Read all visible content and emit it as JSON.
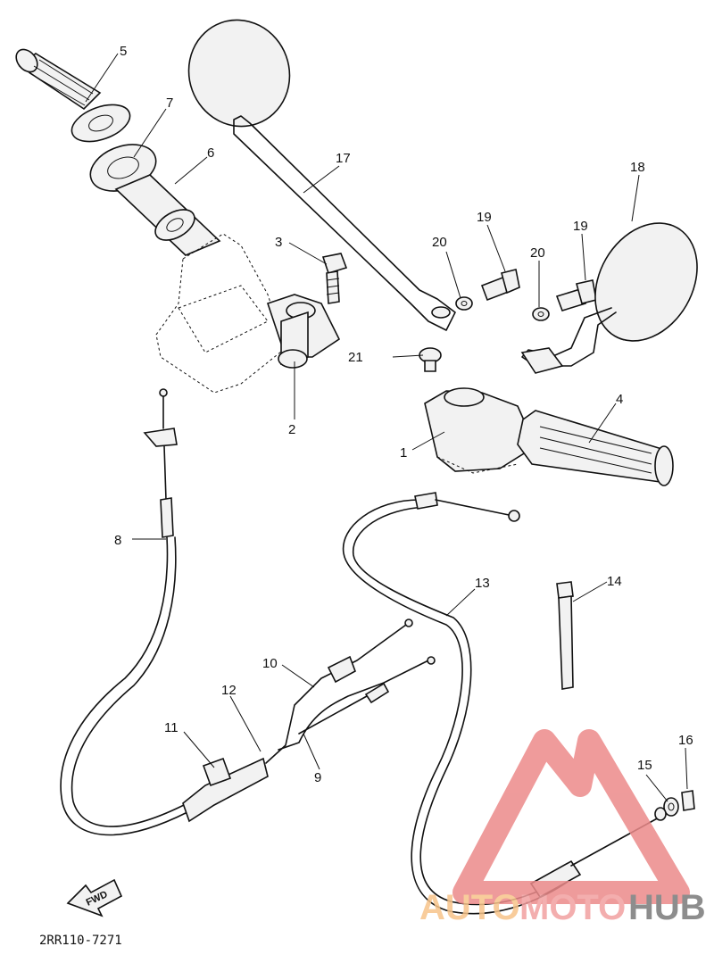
{
  "diagram": {
    "code": "2RR110-7271",
    "direction_label": "FWD",
    "callouts": [
      "1",
      "2",
      "3",
      "4",
      "5",
      "6",
      "7",
      "8",
      "9",
      "10",
      "11",
      "12",
      "13",
      "14",
      "15",
      "16",
      "17",
      "18",
      "19",
      "19",
      "20",
      "20",
      "21"
    ]
  },
  "watermark": {
    "part1": "AUTO",
    "part2": "MOTO",
    "part3": "HUB",
    "colors": {
      "auto": "#f7c48a",
      "moto": "#f2a0a0",
      "hub": "#7a7a7a"
    }
  }
}
